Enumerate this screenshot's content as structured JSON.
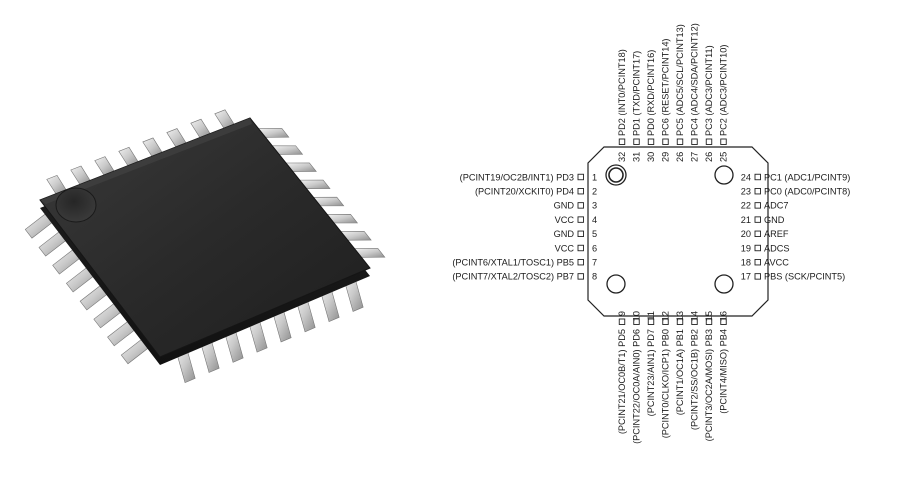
{
  "chip_photo": {
    "description_icon": "tqfp32-chip-photo"
  },
  "pinout": {
    "left": [
      {
        "num": "1",
        "label": "(PCINT19/OC2B/INT1) PD3"
      },
      {
        "num": "2",
        "label": "(PCINT20/XCKIT0) PD4"
      },
      {
        "num": "3",
        "label": "GND"
      },
      {
        "num": "4",
        "label": "VCC"
      },
      {
        "num": "5",
        "label": "GND"
      },
      {
        "num": "6",
        "label": "VCC"
      },
      {
        "num": "7",
        "label": "(PCINT6/XTAL1/TOSC1) PB5"
      },
      {
        "num": "8",
        "label": "(PCINT7/XTAL2/TOSC2) PB7"
      }
    ],
    "right": [
      {
        "num": "24",
        "label": "PC1 (ADC1/PCINT9)"
      },
      {
        "num": "23",
        "label": "PC0 (ADC0/PCINT8)"
      },
      {
        "num": "22",
        "label": "ADC7"
      },
      {
        "num": "21",
        "label": "GND"
      },
      {
        "num": "20",
        "label": "AREF"
      },
      {
        "num": "19",
        "label": "ADCS"
      },
      {
        "num": "18",
        "label": "AVCC"
      },
      {
        "num": "17",
        "label": "PBS (SCK/PCINT5)"
      }
    ],
    "top": [
      {
        "num": "32",
        "label": "PD2 (INT0/PCINT18)"
      },
      {
        "num": "31",
        "label": "PD1 (TXD/PCINT17)"
      },
      {
        "num": "30",
        "label": "PD0 (RXD/PCINT16)"
      },
      {
        "num": "29",
        "label": "PC6 (RESET/PCINT14)"
      },
      {
        "num": "26",
        "label": "PC5 (ADC5/SCL/PCINT13)"
      },
      {
        "num": "27",
        "label": "PC4 (ADC4/SDA/PCINT12)"
      },
      {
        "num": "26",
        "label": "PC3 (ADC3/PCINT11)"
      },
      {
        "num": "25",
        "label": "PC2 (ADC3/PCINT10)"
      }
    ],
    "bottom": [
      {
        "num": "9",
        "label": "(PCINT21/OC0B/T1) PD5"
      },
      {
        "num": "10",
        "label": "(PCINT22/OC0A/AIN0) PD6"
      },
      {
        "num": "11",
        "label": "(PCINT23/AIN1) PD7"
      },
      {
        "num": "12",
        "label": "(PCINT0/CLKO/ICP1) PB0"
      },
      {
        "num": "13",
        "label": "(PCINT1/OC1A) PB1"
      },
      {
        "num": "14",
        "label": "(PCINT2/SS/OC1B) PB2"
      },
      {
        "num": "15",
        "label": "(PCINT3/OC2A/MOSI) PB3"
      },
      {
        "num": "16",
        "label": "(PCINT4/MISO) PB4"
      }
    ]
  }
}
